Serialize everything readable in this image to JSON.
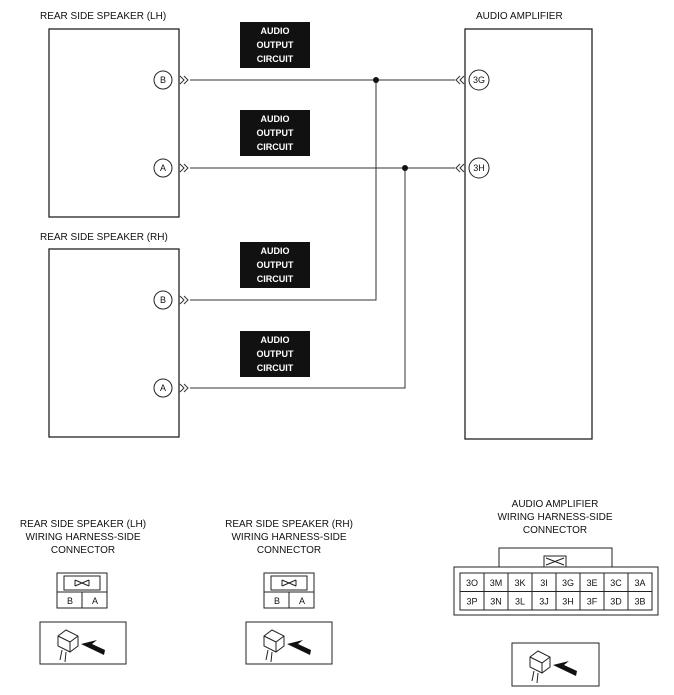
{
  "speaker_lh": {
    "title": "REAR SIDE SPEAKER (LH)",
    "terminal_b": "B",
    "terminal_a": "A"
  },
  "speaker_rh": {
    "title": "REAR SIDE SPEAKER (RH)",
    "terminal_b": "B",
    "terminal_a": "A"
  },
  "amplifier": {
    "title": "AUDIO AMPLIFIER",
    "terminal_upper": "3G",
    "terminal_lower": "3H"
  },
  "circuit_labels": [
    [
      "AUDIO",
      "OUTPUT",
      "CIRCUIT"
    ],
    [
      "AUDIO",
      "OUTPUT",
      "CIRCUIT"
    ],
    [
      "AUDIO",
      "OUTPUT",
      "CIRCUIT"
    ],
    [
      "AUDIO",
      "OUTPUT",
      "CIRCUIT"
    ]
  ],
  "connectors": {
    "lh": {
      "caption": [
        "REAR SIDE SPEAKER (LH)",
        "WIRING HARNESS-SIDE",
        "CONNECTOR"
      ],
      "pins": [
        "B",
        "A"
      ]
    },
    "rh": {
      "caption": [
        "REAR SIDE SPEAKER (RH)",
        "WIRING HARNESS-SIDE",
        "CONNECTOR"
      ],
      "pins": [
        "B",
        "A"
      ]
    },
    "amp": {
      "caption": [
        "AUDIO AMPLIFIER",
        "WIRING HARNESS-SIDE",
        "CONNECTOR"
      ],
      "pins_top": [
        "3O",
        "3M",
        "3K",
        "3I",
        "3G",
        "3E",
        "3C",
        "3A"
      ],
      "pins_bottom": [
        "3P",
        "3N",
        "3L",
        "3J",
        "3H",
        "3F",
        "3D",
        "3B"
      ]
    }
  }
}
